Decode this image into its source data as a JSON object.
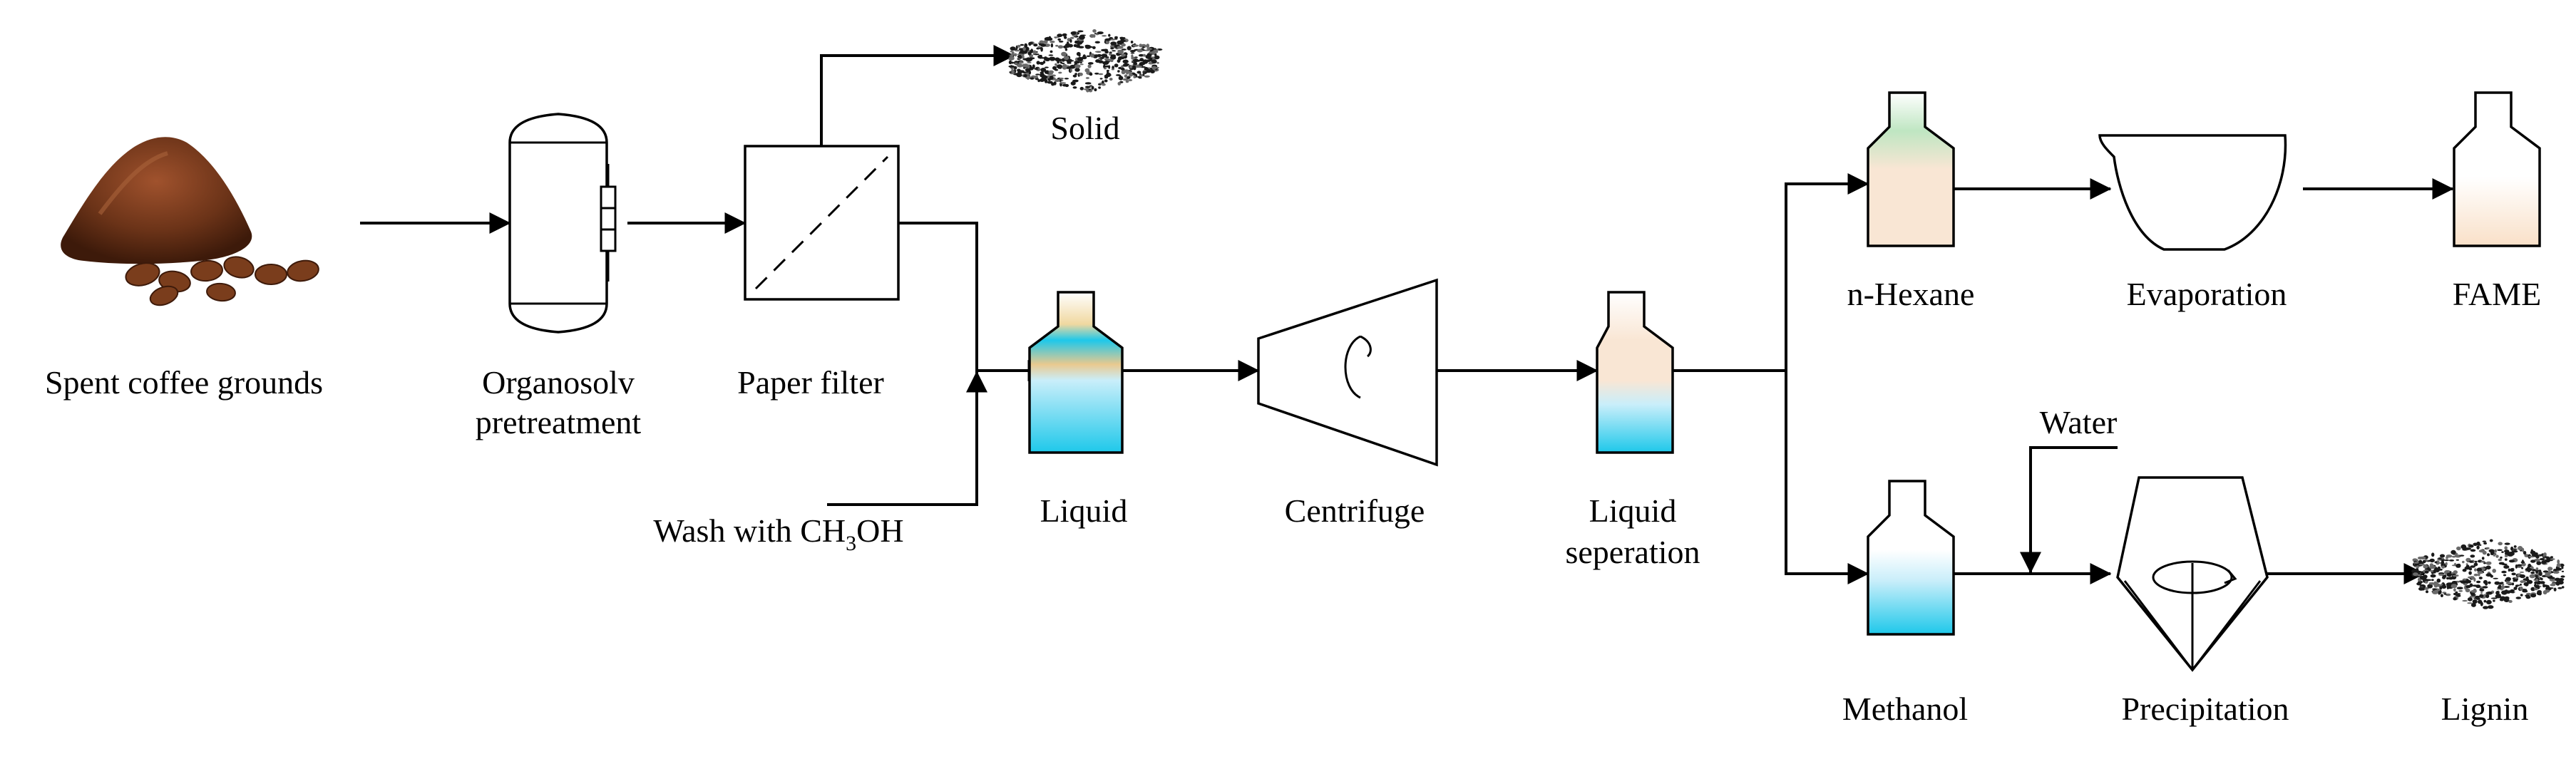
{
  "labels": {
    "spent_coffee": "Spent coffee grounds",
    "organosolv_1": "Organosolv",
    "organosolv_2": "pretreatment",
    "paper_filter": "Paper filter",
    "solid": "Solid",
    "wash_prefix": "Wash with CH",
    "wash_sub": "3",
    "wash_suffix": "OH",
    "liquid": "Liquid",
    "centrifuge": "Centrifuge",
    "liquid_sep_1": "Liquid",
    "liquid_sep_2": "seperation",
    "n_hexane": "n-Hexane",
    "evaporation": "Evaporation",
    "fame": "FAME",
    "water": "Water",
    "methanol": "Methanol",
    "precipitation": "Precipitation",
    "lignin": "Lignin"
  },
  "colors": {
    "line": "#000000",
    "coffee_dark": "#5a2a12",
    "coffee_mid": "#8a4420",
    "bean": "#7a3d1c",
    "cyan": "#1ec8ea",
    "light_blue": "#c9eefa",
    "peach": "#f9e6d4",
    "green": "#bfe6c2",
    "amber": "#e8b060"
  }
}
